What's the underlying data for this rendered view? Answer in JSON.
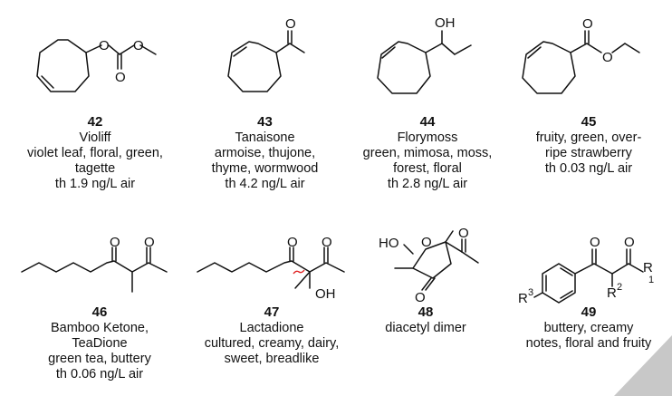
{
  "compounds": [
    {
      "number": "42",
      "lines": [
        "Violiff",
        "violet leaf, floral, green,",
        "tagette",
        "th 1.9 ng/L air"
      ]
    },
    {
      "number": "43",
      "lines": [
        "Tanaisone",
        "armoise, thujone,",
        "thyme, wormwood",
        "th 4.2 ng/L air"
      ]
    },
    {
      "number": "44",
      "lines": [
        "Florymoss",
        "green, mimosa, moss,",
        "forest, floral",
        "th 2.8 ng/L air"
      ]
    },
    {
      "number": "45",
      "lines": [
        "fruity, green, over-",
        "ripe strawberry",
        "th 0.03 ng/L air"
      ]
    },
    {
      "number": "46",
      "lines": [
        "Bamboo Ketone,",
        "TeaDione",
        "green tea, buttery",
        "th 0.06 ng/L air"
      ]
    },
    {
      "number": "47",
      "lines": [
        "Lactadione",
        "cultured, creamy, dairy,",
        "sweet, breadlike"
      ]
    },
    {
      "number": "48",
      "lines": [
        "diacetyl dimer"
      ]
    },
    {
      "number": "49",
      "lines": [
        "buttery, creamy",
        "notes, floral and fruity"
      ]
    }
  ],
  "atoms": {
    "O": "O",
    "OH": "OH",
    "HO": "HO",
    "R": "R",
    "R2": "R",
    "sup2": "2",
    "R3": "R",
    "sup3": "3",
    "sub1": "1"
  },
  "colors": {
    "bond": "#111111",
    "wavy_bond": "#e02020",
    "corner": "#c8c8c8"
  }
}
